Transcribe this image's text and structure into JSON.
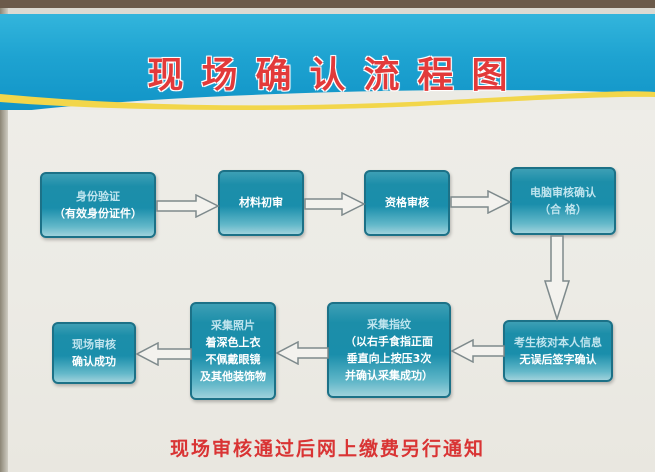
{
  "title": "现场确认流程图",
  "colors": {
    "banner_blue": "#1ea3d1",
    "title_red": "#e23a3a",
    "box_teal": "#1a8eab",
    "footer_red": "#d93434",
    "stripe_yellow": "#f2d64a"
  },
  "steps": [
    {
      "id": 1,
      "lines": [
        "身份验证",
        "（有效身份证件）"
      ]
    },
    {
      "id": 2,
      "lines": [
        "材料初审"
      ]
    },
    {
      "id": 3,
      "lines": [
        "资格审核"
      ]
    },
    {
      "id": 4,
      "lines": [
        "电脑审核确认",
        "（合 格）"
      ]
    },
    {
      "id": 5,
      "lines": [
        "考生核对本人信息",
        "无误后签字确认"
      ]
    },
    {
      "id": 6,
      "lines": [
        "采集指纹",
        "（以右手食指正面",
        "垂直向上按压3次",
        "并确认采集成功）"
      ]
    },
    {
      "id": 7,
      "lines": [
        "采集照片",
        "着深色上衣",
        "不佩戴眼镜",
        "及其他装饰物"
      ]
    },
    {
      "id": 8,
      "lines": [
        "现场审核",
        "确认成功"
      ]
    }
  ],
  "arrows": [
    {
      "from": 1,
      "to": 2,
      "direction": "right"
    },
    {
      "from": 2,
      "to": 3,
      "direction": "right"
    },
    {
      "from": 3,
      "to": 4,
      "direction": "right"
    },
    {
      "from": 4,
      "to": 5,
      "direction": "down"
    },
    {
      "from": 5,
      "to": 6,
      "direction": "left"
    },
    {
      "from": 6,
      "to": 7,
      "direction": "left"
    },
    {
      "from": 7,
      "to": 8,
      "direction": "left"
    }
  ],
  "footer": "现场审核通过后网上缴费另行通知"
}
